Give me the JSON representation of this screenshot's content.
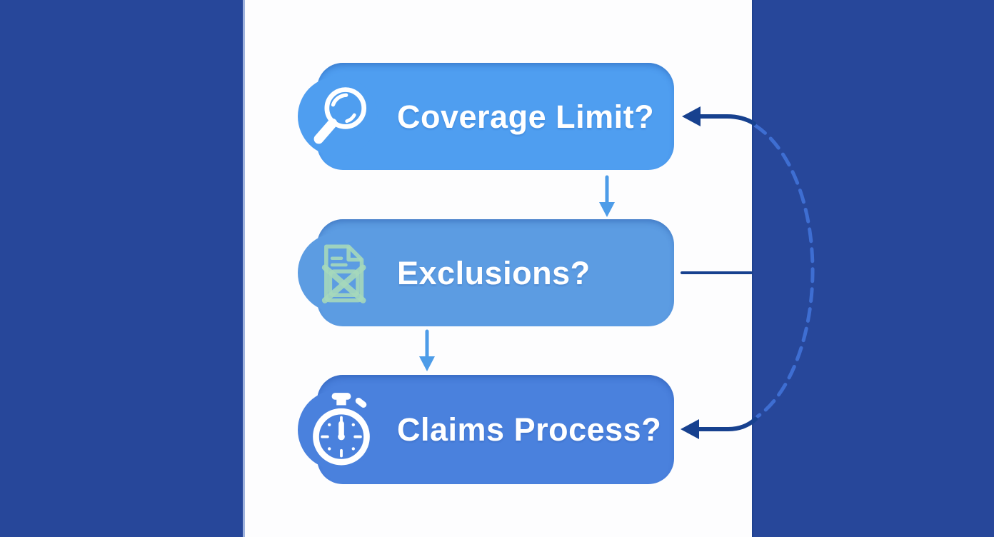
{
  "diagram": {
    "nodes": [
      {
        "id": "coverage-limit",
        "label": "Coverage Limit?",
        "icon": "magnifier-icon"
      },
      {
        "id": "exclusions",
        "label": "Exclusions?",
        "icon": "excluded-document-icon"
      },
      {
        "id": "claims-process",
        "label": "Claims Process?",
        "icon": "stopwatch-icon"
      }
    ],
    "connectors": [
      {
        "type": "arrow-down",
        "from": "coverage-limit",
        "to": "exclusions",
        "style": "solid"
      },
      {
        "type": "arrow-down",
        "from": "exclusions",
        "to": "claims-process",
        "style": "solid"
      },
      {
        "type": "arrow-left",
        "into": "coverage-limit",
        "style": "solid"
      },
      {
        "type": "line-right",
        "from": "exclusions",
        "style": "solid"
      },
      {
        "type": "arrow-left",
        "into": "claims-process",
        "style": "solid"
      },
      {
        "type": "curve",
        "connects": [
          "coverage-limit",
          "claims-process"
        ],
        "style": "dashed",
        "side": "right-margin"
      }
    ]
  },
  "colors": {
    "background_dark": "#27479a",
    "panel": "#fdfdfe",
    "panel_edge_left": "#9fb3de",
    "panel_edge_right": "#1e418f",
    "node_coverage": "#4f9ef0",
    "node_exclusions": "#5c9ce2",
    "node_claims": "#4a81dd",
    "node_text": "#ffffff",
    "down_arrow": "#4d9ce8",
    "dark_arrow": "#17418f",
    "dashed_curve": "#3e6ed2",
    "doc_icon_green": "#a5d8bb",
    "icon_white": "#ffffff"
  }
}
